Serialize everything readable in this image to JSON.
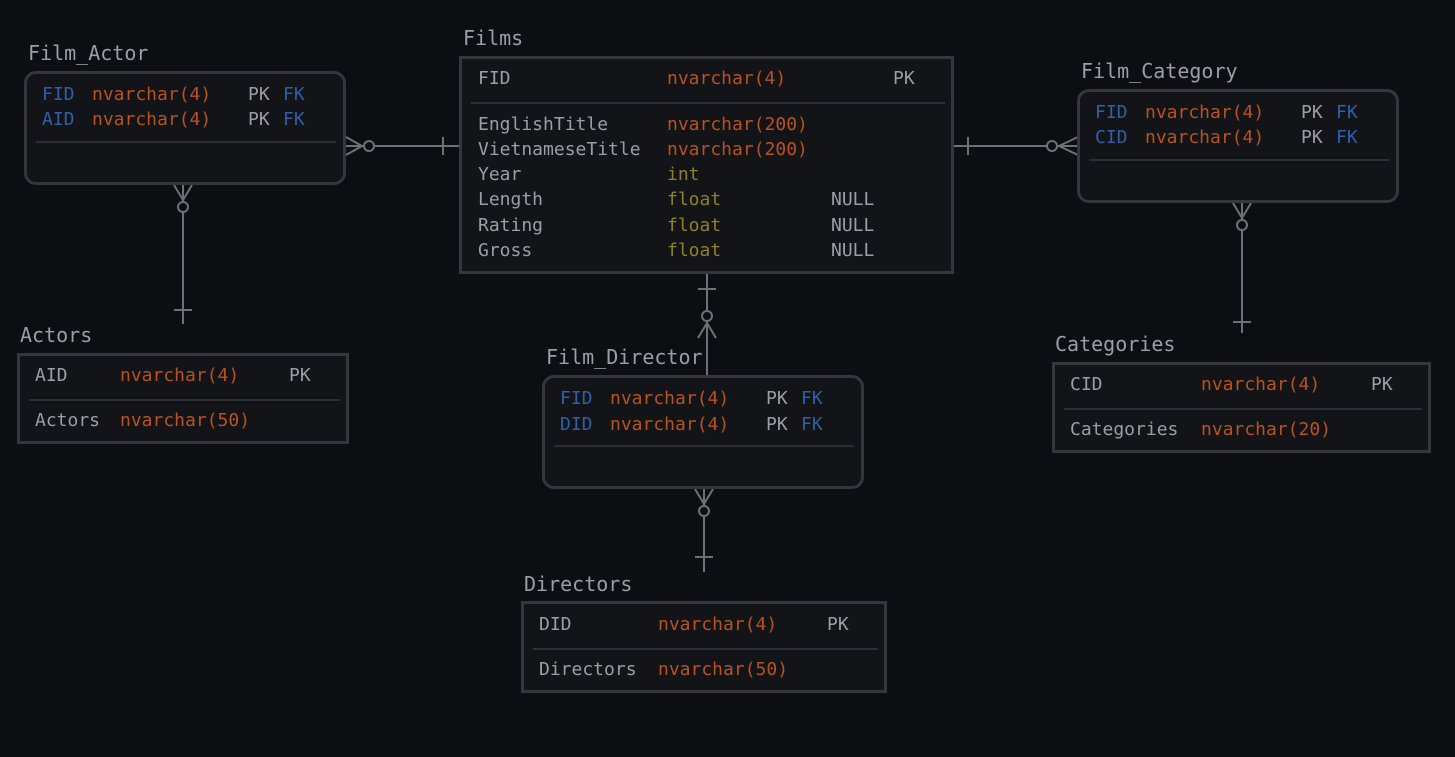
{
  "tables": {
    "film_actor": {
      "title": "Film_Actor",
      "rows": [
        {
          "name": "FID",
          "type": "nvarchar(4)",
          "pk": "PK",
          "fk": "FK"
        },
        {
          "name": "AID",
          "type": "nvarchar(4)",
          "pk": "PK",
          "fk": "FK"
        }
      ]
    },
    "films": {
      "title": "Films",
      "key_row": {
        "name": "FID",
        "type": "nvarchar(4)",
        "pk": "PK"
      },
      "rows": [
        {
          "name": "EnglishTitle",
          "type": "nvarchar(200)",
          "null": ""
        },
        {
          "name": "VietnameseTitle",
          "type": "nvarchar(200)",
          "null": ""
        },
        {
          "name": "Year",
          "type": "int",
          "null": ""
        },
        {
          "name": "Length",
          "type": "float",
          "null": "NULL"
        },
        {
          "name": "Rating",
          "type": "float",
          "null": "NULL"
        },
        {
          "name": "Gross",
          "type": "float",
          "null": "NULL"
        }
      ]
    },
    "film_category": {
      "title": "Film_Category",
      "rows": [
        {
          "name": "FID",
          "type": "nvarchar(4)",
          "pk": "PK",
          "fk": "FK"
        },
        {
          "name": "CID",
          "type": "nvarchar(4)",
          "pk": "PK",
          "fk": "FK"
        }
      ]
    },
    "actors": {
      "title": "Actors",
      "key_row": {
        "name": "AID",
        "type": "nvarchar(4)",
        "pk": "PK"
      },
      "rows": [
        {
          "name": "Actors",
          "type": "nvarchar(50)"
        }
      ]
    },
    "film_director": {
      "title": "Film_Director",
      "rows": [
        {
          "name": "FID",
          "type": "nvarchar(4)",
          "pk": "PK",
          "fk": "FK"
        },
        {
          "name": "DID",
          "type": "nvarchar(4)",
          "pk": "PK",
          "fk": "FK"
        }
      ]
    },
    "categories": {
      "title": "Categories",
      "key_row": {
        "name": "CID",
        "type": "nvarchar(4)",
        "pk": "PK"
      },
      "rows": [
        {
          "name": "Categories",
          "type": "nvarchar(20)"
        }
      ]
    },
    "directors": {
      "title": "Directors",
      "key_row": {
        "name": "DID",
        "type": "nvarchar(4)",
        "pk": "PK"
      },
      "rows": [
        {
          "name": "Directors",
          "type": "nvarchar(50)"
        }
      ]
    }
  },
  "relationships": [
    {
      "from": "Films",
      "to": "Film_Actor",
      "one_end": "one",
      "many_end": "zero-or-many"
    },
    {
      "from": "Films",
      "to": "Film_Category",
      "one_end": "one",
      "many_end": "zero-or-many"
    },
    {
      "from": "Films",
      "to": "Film_Director",
      "one_end": "one",
      "many_end": "zero-or-many"
    },
    {
      "from": "Actors",
      "to": "Film_Actor",
      "one_end": "one",
      "many_end": "zero-or-many"
    },
    {
      "from": "Categories",
      "to": "Film_Category",
      "one_end": "one",
      "many_end": "zero-or-many"
    },
    {
      "from": "Directors",
      "to": "Film_Director",
      "one_end": "one",
      "many_end": "zero-or-many"
    }
  ],
  "colors": {
    "background": "#0d0e12",
    "box_fill": "#131418",
    "box_border": "#34373d",
    "text": "#9b9ea4",
    "foreign_key": "#2f5fa8",
    "string_type": "#b8521f",
    "numeric_type": "#8e8222",
    "connector": "#6e7177"
  }
}
